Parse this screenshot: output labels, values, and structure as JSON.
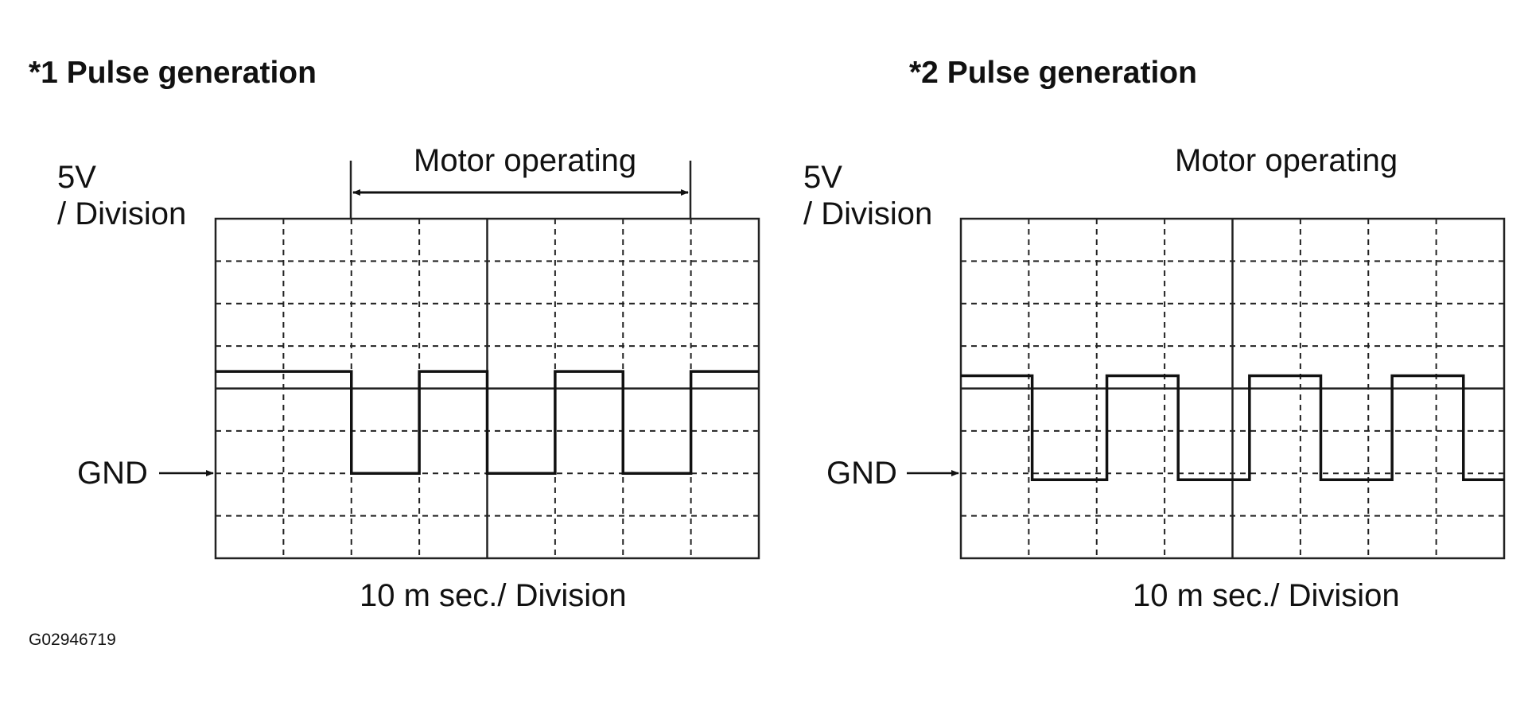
{
  "panels": [
    {
      "title": "*1 Pulse generation",
      "annotation": "Motor operating",
      "y_scale": "5V\n/ Division",
      "x_scale": "10 m sec./ Division",
      "ground_label": "GND",
      "high_level_div": 4.4,
      "low_level_div": 2.0,
      "waveform_divs": [
        [
          0,
          "H"
        ],
        [
          2,
          "L"
        ],
        [
          3,
          "H"
        ],
        [
          4,
          "L"
        ],
        [
          5,
          "H"
        ],
        [
          6,
          "L"
        ],
        [
          7,
          "H"
        ],
        [
          8,
          "H"
        ]
      ],
      "motor_operating_range_div": [
        2,
        7
      ]
    },
    {
      "title": "*2 Pulse generation",
      "annotation": "Motor operating",
      "y_scale": "5V\n/ Division",
      "x_scale": "10 m sec./ Division",
      "ground_label": "GND",
      "high_level_div": 4.3,
      "low_level_div": 1.85,
      "waveform_divs": [
        [
          0,
          "H"
        ],
        [
          1.05,
          "L"
        ],
        [
          2.15,
          "H"
        ],
        [
          3.2,
          "L"
        ],
        [
          4.25,
          "H"
        ],
        [
          5.3,
          "L"
        ],
        [
          6.35,
          "H"
        ],
        [
          7.4,
          "L"
        ],
        [
          8,
          "L"
        ]
      ]
    }
  ],
  "figure_code": "G02946719"
}
